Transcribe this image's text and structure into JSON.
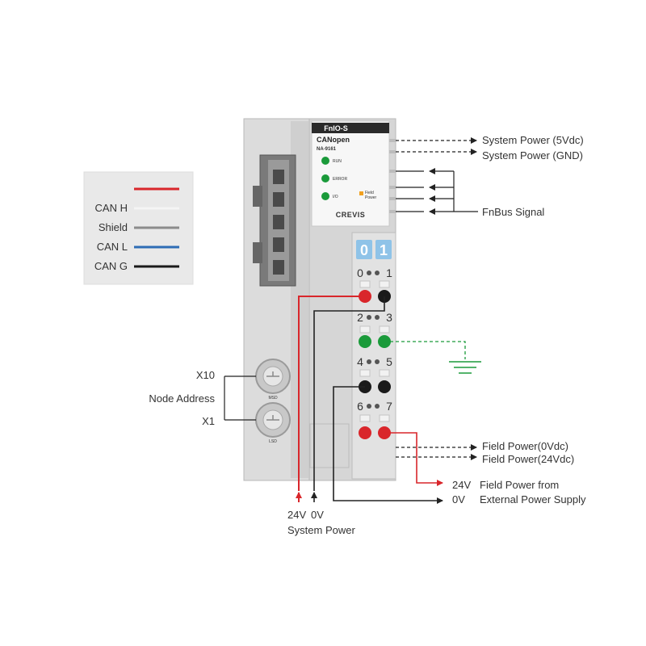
{
  "legend": {
    "items": [
      {
        "label": "",
        "color": "#d9262b"
      },
      {
        "label": "CAN H",
        "color": "#f4f4f4"
      },
      {
        "label": "Shield",
        "color": "#8c8c8c"
      },
      {
        "label": "CAN L",
        "color": "#2e6db5"
      },
      {
        "label": "CAN G",
        "color": "#1a1a1a"
      }
    ]
  },
  "module": {
    "header": "FnIO-S",
    "protocol": "CANopen",
    "model": "NA-9161",
    "leds": [
      {
        "label": "RUN",
        "color": "#1a9a3a"
      },
      {
        "label": "ERROR",
        "color": "#1a9a3a"
      },
      {
        "label": "I/O",
        "color": "#1a9a3a"
      }
    ],
    "field_led": {
      "label_line1": "Field",
      "label_line2": "Power",
      "color": "#f0a020"
    },
    "brand": "CREVIS",
    "rotary_labels": [
      "MSD",
      "LSD"
    ],
    "display_digits": [
      "0",
      "1"
    ],
    "terminal_numbers": [
      "0",
      "1",
      "2",
      "3",
      "4",
      "5",
      "6",
      "7"
    ],
    "colors": {
      "red": "#d9262b",
      "green": "#1a9a3a",
      "black": "#1a1a1a",
      "display": "#8fc3e8"
    }
  },
  "annotations": {
    "system_power_5v": "System Power (5Vdc)",
    "system_power_gnd": "System Power (GND)",
    "fnbus_signal": "FnBus Signal",
    "x10": "X10",
    "node_address": "Node Address",
    "x1": "X1",
    "field_power_0v": "Field Power(0Vdc)",
    "field_power_24v": "Field Power(24Vdc)",
    "ext_24v": "24V",
    "ext_line1": "Field Power from",
    "ext_0v": "0V",
    "ext_line2": "External Power Supply",
    "sys_24v": "24V",
    "sys_0v": "0V",
    "system_power": "System Power"
  }
}
